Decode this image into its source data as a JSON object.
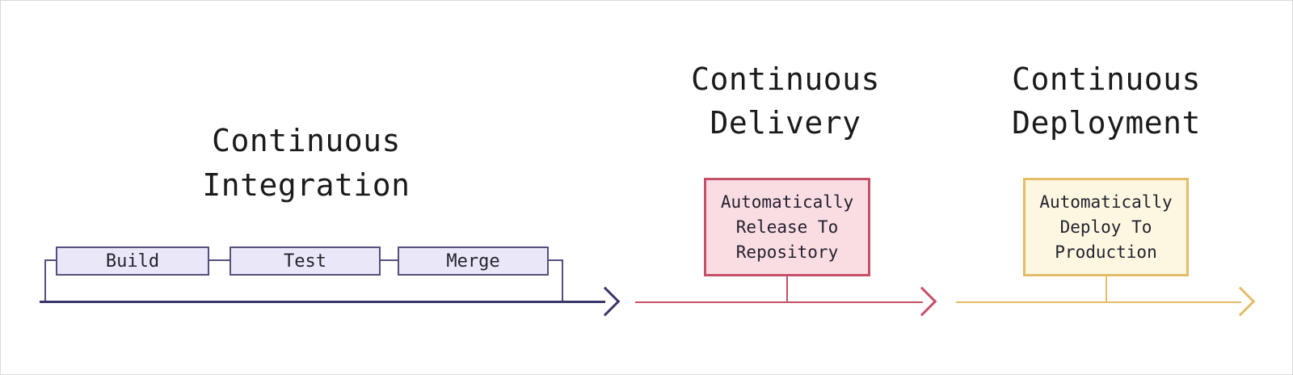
{
  "ci": {
    "title": "Continuous\nIntegration",
    "steps": [
      "Build",
      "Test",
      "Merge"
    ]
  },
  "delivery": {
    "title": "Continuous\nDelivery",
    "box_text": "Automatically\nRelease To\nRepository"
  },
  "deployment": {
    "title": "Continuous\nDeployment",
    "box_text": "Automatically\nDeploy To\nProduction"
  },
  "colors": {
    "text": "#1b1b1b",
    "ci_accent": "#3b3669",
    "ci_box_border": "#54507e",
    "ci_box_fill": "#eae7f8",
    "delivery_accent": "#c55068",
    "delivery_box_fill": "#fadce3",
    "deployment_accent": "#e3bd66",
    "deployment_box_fill": "#fdf6e0"
  }
}
